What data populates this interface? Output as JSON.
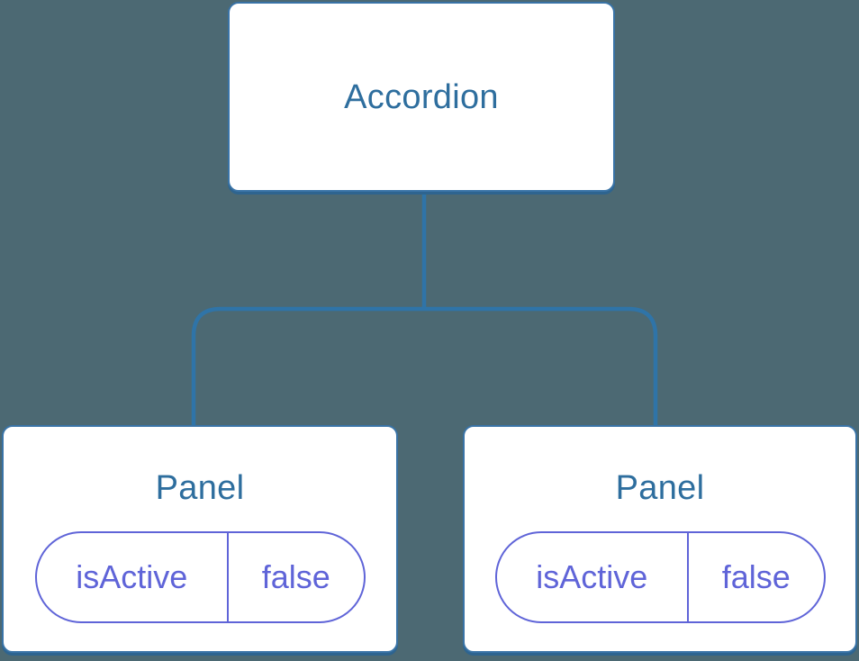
{
  "colors": {
    "background": "#4C6973",
    "box-fill": "#FFFFFF",
    "box-border": "#3973A6",
    "box-shadow": "#2E648F",
    "connector": "#2F74A8",
    "label": "#2E6E9E",
    "state": "#5F64D8"
  },
  "tree": {
    "root": {
      "label": "Accordion"
    },
    "children": [
      {
        "label": "Panel",
        "state": {
          "key": "isActive",
          "value": "false"
        }
      },
      {
        "label": "Panel",
        "state": {
          "key": "isActive",
          "value": "false"
        }
      }
    ]
  }
}
